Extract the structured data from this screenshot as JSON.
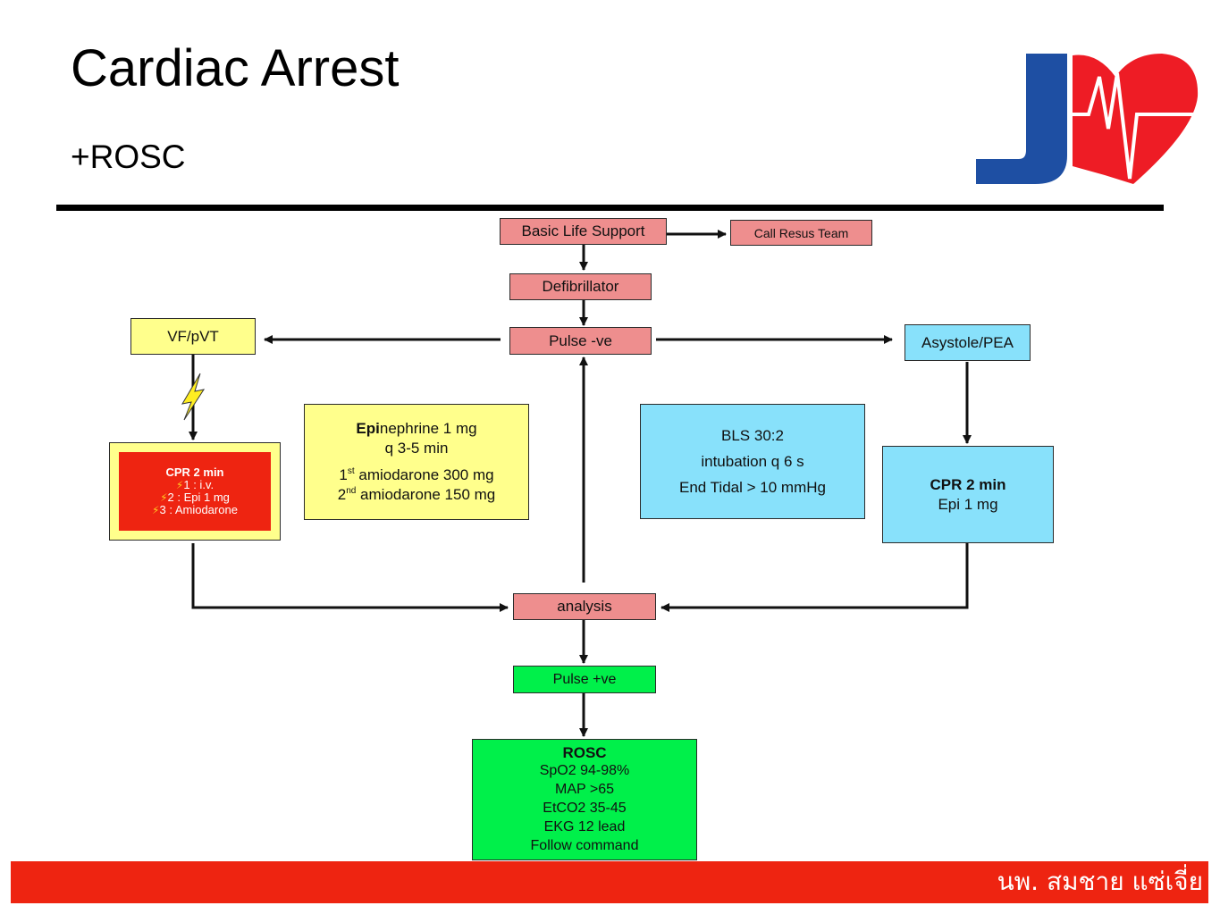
{
  "header": {
    "title": "Cardiac Arrest",
    "subtitle": "+ROSC"
  },
  "logo": {
    "icon": "jp-heart-ecg-logo",
    "letter": "J",
    "colors": {
      "letter": "#1e4fa3",
      "heart": "#ee1c25"
    }
  },
  "flow": {
    "bls": "Basic Life Support",
    "call_team": "Call Resus Team",
    "defibrillator": "Defibrillator",
    "pulse_neg": "Pulse -ve",
    "vf_pvt": "VF/pVT",
    "asystole_pea": "Asystole/PEA",
    "shock_icon": "lightning-bolt-icon",
    "vf_cpr": {
      "title": "CPR 2 min",
      "items": [
        "1 : i.v.",
        "2 : Epi 1 mg",
        "3 : Amiodarone"
      ]
    },
    "drugs": {
      "epi_bold": "Epi",
      "epi_rest": "nephrine  1 mg",
      "epi_freq": "q 3-5 min",
      "amio1_ord": "1",
      "amio1_sup": "st",
      "amio1_text": " amiodarone 300 mg",
      "amio2_ord": "2",
      "amio2_sup": "nd",
      "amio2_text": " amiodarone 150 mg"
    },
    "bls_info": [
      "BLS 30:2",
      "intubation q 6 s",
      "End Tidal > 10 mmHg"
    ],
    "asys_cpr": {
      "title": "CPR 2 min",
      "line": "Epi 1 mg"
    },
    "analysis": "analysis",
    "pulse_pos": "Pulse +ve",
    "rosc": {
      "title": "ROSC",
      "items": [
        "SpO2 94-98%",
        "MAP >65",
        "EtCO2 35-45",
        "EKG 12 lead",
        "Follow command"
      ]
    }
  },
  "colors": {
    "pink": "#ee8e8e",
    "yellow": "#ffff8c",
    "cyan": "#88e1fb",
    "green": "#00f04a",
    "red": "#ee2411"
  },
  "footer": {
    "author": "นพ. สมชาย แซ่เจี่ย"
  }
}
